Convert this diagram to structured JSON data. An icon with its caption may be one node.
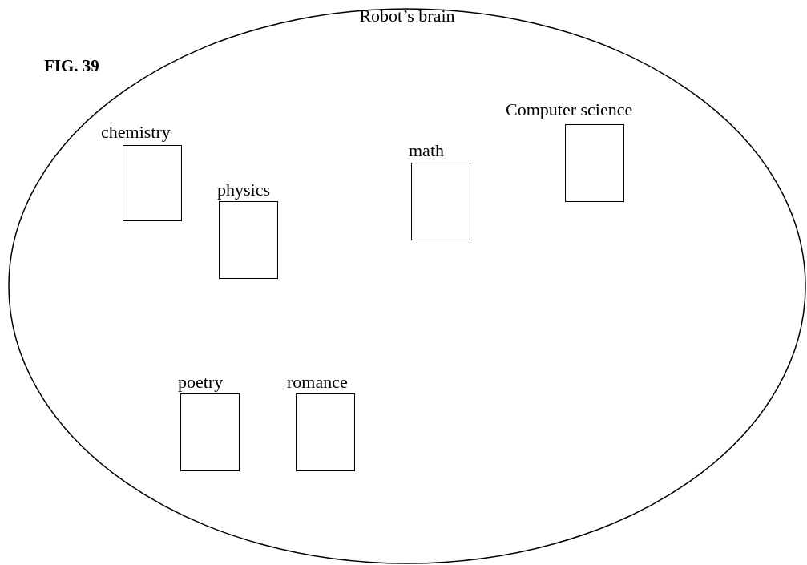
{
  "diagram": {
    "nodes": [
      {
        "text": [
          "Robot’s brain"
        ]
      },
      {
        "text": [
          "chemistry"
        ],
        "in": 0
      },
      {
        "text": [
          "physics"
        ],
        "in": 0
      },
      {
        "text": [
          "math"
        ],
        "in": 0
      },
      {
        "text": [
          "Computer science"
        ],
        "in": 0
      },
      {
        "text": [
          "poetry"
        ],
        "in": 0
      },
      {
        "text": [
          "romance"
        ],
        "in": 0
      }
    ],
    "edges": [],
    "labels": [
      "FIG. 39"
    ]
  }
}
